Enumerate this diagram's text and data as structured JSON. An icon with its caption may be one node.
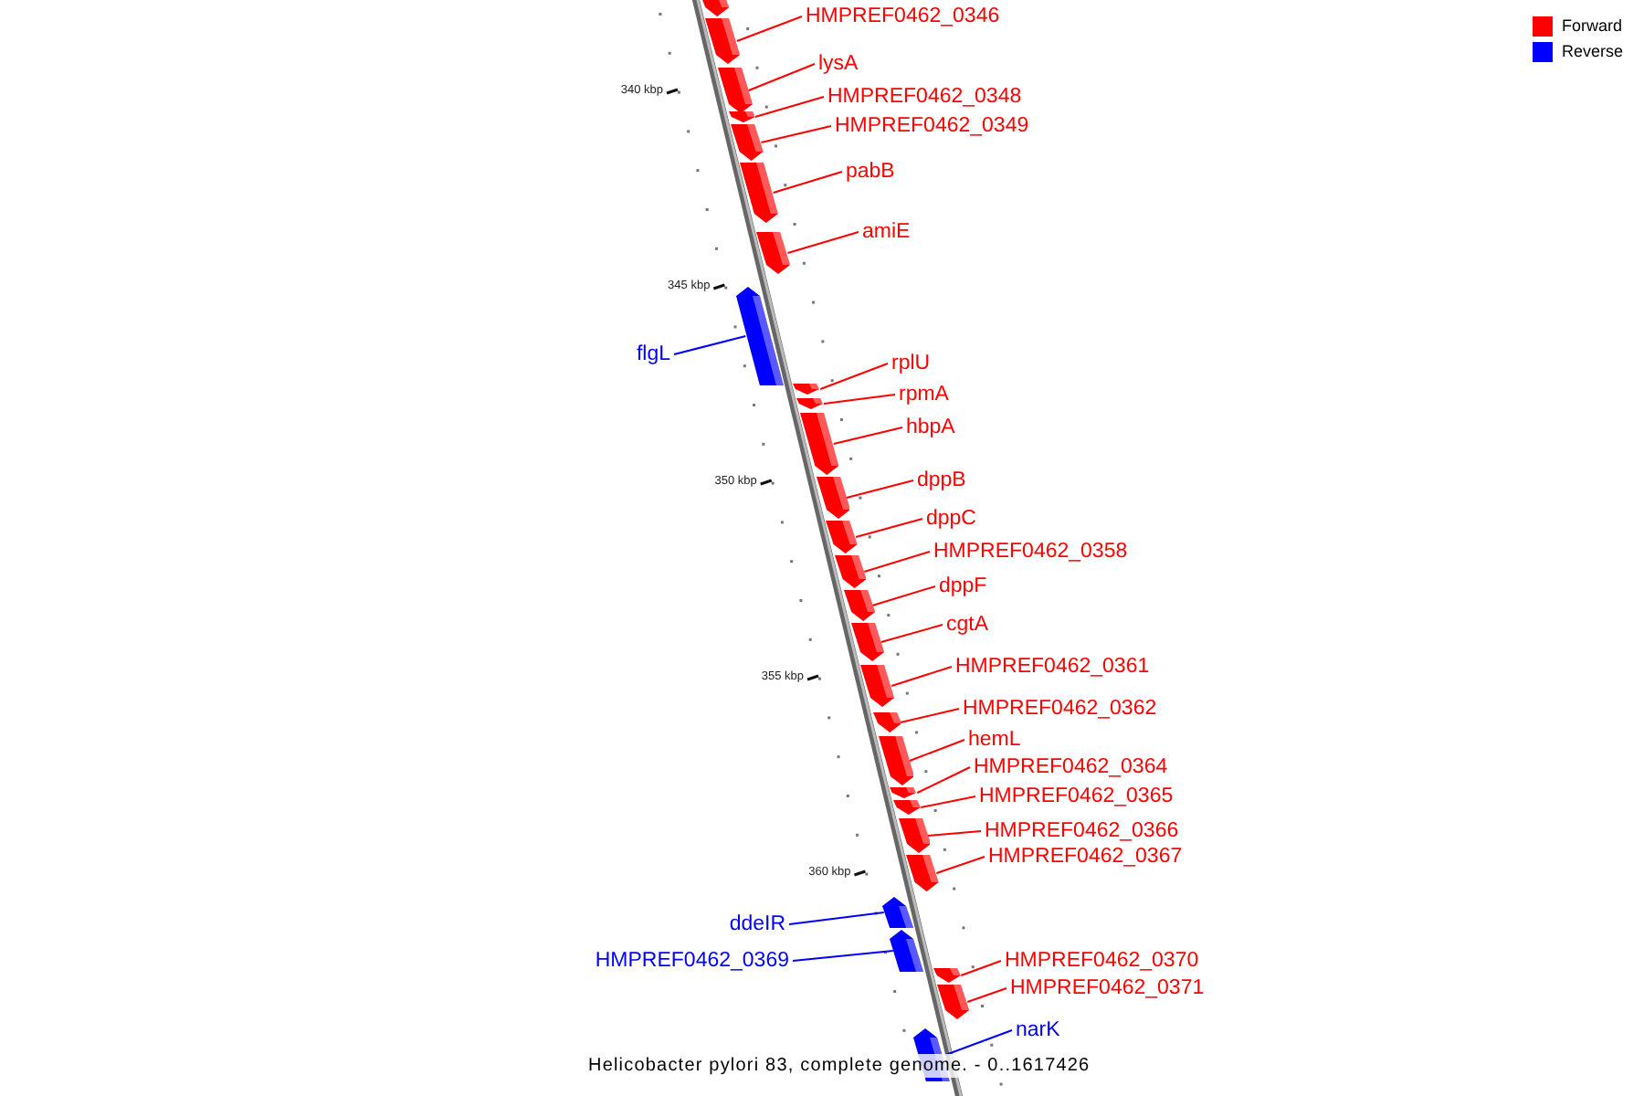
{
  "diagram": {
    "caption": "Helicobacter pylori 83, complete genome. - 0..1617426",
    "nodes": [
      {
        "text": [],
        "shape": "bar"
      },
      {
        "text": [
          "HMPREF0462_0346"
        ]
      },
      {
        "text": [],
        "shape": "bar"
      },
      {
        "text": [
          "lysA"
        ]
      },
      {
        "text": [],
        "shape": "bar"
      },
      {
        "text": [
          "HMPREF0462_0348"
        ]
      },
      {
        "text": [],
        "shape": "bar"
      },
      {
        "text": [
          "HMPREF0462_0349"
        ]
      },
      {
        "text": [],
        "shape": "bar"
      },
      {
        "text": [
          "pabB"
        ]
      },
      {
        "text": [],
        "shape": "bar"
      },
      {
        "text": [
          "amiE"
        ]
      },
      {
        "text": [],
        "shape": "bar"
      },
      {
        "text": [
          "flgL"
        ]
      },
      {
        "text": [],
        "shape": "bar"
      },
      {
        "text": [
          "rplU"
        ]
      },
      {
        "text": [],
        "shape": "bar"
      },
      {
        "text": [
          "rpmA"
        ]
      },
      {
        "text": [],
        "shape": "bar"
      },
      {
        "text": [
          "hbpA"
        ]
      },
      {
        "text": [],
        "shape": "bar"
      },
      {
        "text": [
          "dppB"
        ]
      },
      {
        "text": [],
        "shape": "bar"
      },
      {
        "text": [
          "dppC"
        ]
      },
      {
        "text": [],
        "shape": "bar"
      },
      {
        "text": [
          "HMPREF0462_0358"
        ]
      },
      {
        "text": [],
        "shape": "bar"
      },
      {
        "text": [
          "dppF"
        ]
      },
      {
        "text": [],
        "shape": "bar"
      },
      {
        "text": [
          "cgtA"
        ]
      },
      {
        "text": [],
        "shape": "bar"
      },
      {
        "text": [
          "HMPREF0462_0361"
        ]
      },
      {
        "text": [],
        "shape": "bar"
      },
      {
        "text": [
          "HMPREF0462_0362"
        ]
      },
      {
        "text": [],
        "shape": "bar"
      },
      {
        "text": [
          "hemL"
        ]
      },
      {
        "text": [],
        "shape": "bar"
      },
      {
        "text": [
          "HMPREF0462_0364"
        ]
      },
      {
        "text": [],
        "shape": "bar"
      },
      {
        "text": [
          "HMPREF0462_0365"
        ]
      },
      {
        "text": [],
        "shape": "bar"
      },
      {
        "text": [
          "HMPREF0462_0366"
        ]
      },
      {
        "text": [],
        "shape": "bar"
      },
      {
        "text": [
          "HMPREF0462_0367"
        ]
      },
      {
        "text": [],
        "shape": "bar"
      },
      {
        "text": [
          "ddeIR"
        ]
      },
      {
        "text": [],
        "shape": "bar"
      },
      {
        "text": [
          "HMPREF0462_0369"
        ]
      },
      {
        "text": [],
        "shape": "bar"
      },
      {
        "text": [
          "HMPREF0462_0370"
        ]
      },
      {
        "text": [],
        "shape": "bar"
      },
      {
        "text": [
          "HMPREF0462_0371"
        ]
      },
      {
        "text": [],
        "shape": "bar"
      },
      {
        "text": [
          "narK"
        ]
      },
      {
        "text": [],
        "shape": "bar"
      }
    ],
    "edges": [
      {
        "from": 1,
        "to": 2,
        "arrow": "none"
      },
      {
        "from": 3,
        "to": 4,
        "arrow": "none"
      },
      {
        "from": 5,
        "to": 6,
        "arrow": "none"
      },
      {
        "from": 7,
        "to": 8,
        "arrow": "none"
      },
      {
        "from": 9,
        "to": 10,
        "arrow": "none"
      },
      {
        "from": 11,
        "to": 12,
        "arrow": "none"
      },
      {
        "from": 13,
        "to": 14,
        "arrow": "none",
        "color": "#0000ff"
      },
      {
        "from": 15,
        "to": 16,
        "arrow": "none"
      },
      {
        "from": 17,
        "to": 18,
        "arrow": "none"
      },
      {
        "from": 19,
        "to": 20,
        "arrow": "none"
      },
      {
        "from": 21,
        "to": 22,
        "arrow": "none"
      },
      {
        "from": 23,
        "to": 24,
        "arrow": "none"
      },
      {
        "from": 25,
        "to": 26,
        "arrow": "none"
      },
      {
        "from": 27,
        "to": 28,
        "arrow": "none"
      },
      {
        "from": 29,
        "to": 30,
        "arrow": "none"
      },
      {
        "from": 31,
        "to": 32,
        "arrow": "none"
      },
      {
        "from": 33,
        "to": 34,
        "arrow": "none"
      },
      {
        "from": 35,
        "to": 36,
        "arrow": "none"
      },
      {
        "from": 37,
        "to": 38,
        "arrow": "none"
      },
      {
        "from": 39,
        "to": 40,
        "arrow": "none"
      },
      {
        "from": 41,
        "to": 42,
        "arrow": "none"
      },
      {
        "from": 43,
        "to": 44,
        "arrow": "none"
      },
      {
        "from": 45,
        "to": 46,
        "arrow": "none",
        "color": "#0000ff"
      },
      {
        "from": 47,
        "to": 48,
        "arrow": "none",
        "color": "#0000ff"
      },
      {
        "from": 49,
        "to": 50,
        "arrow": "none"
      },
      {
        "from": 51,
        "to": 52,
        "arrow": "none"
      },
      {
        "from": 53,
        "to": 54,
        "arrow": "none",
        "color": "#0000ff"
      }
    ],
    "labels": [
      "340 kbp",
      "345 kbp",
      "350 kbp",
      "355 kbp",
      "360 kbp"
    ],
    "legend": [
      {
        "text": "Forward",
        "color": "#ff0000"
      },
      {
        "text": "Reverse",
        "color": "#0000ff"
      }
    ]
  }
}
